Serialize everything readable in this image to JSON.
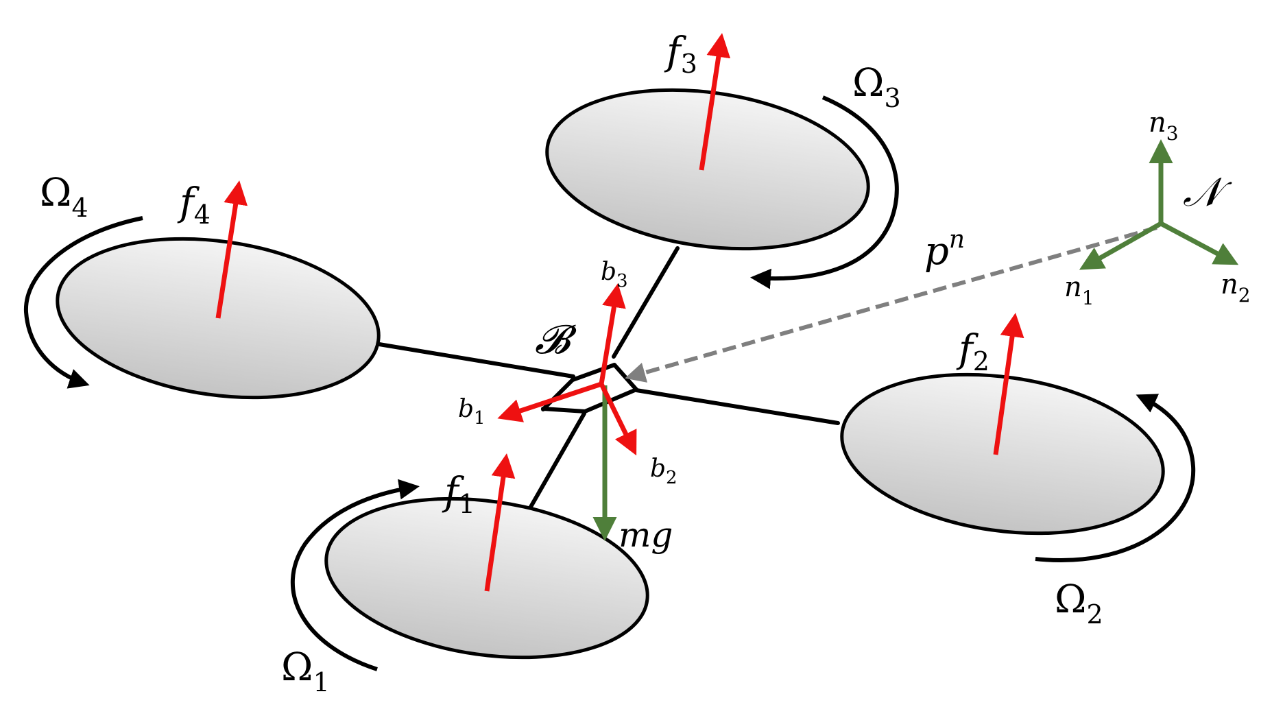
{
  "labels": {
    "f1": {
      "base": "f",
      "sub": "1"
    },
    "f2": {
      "base": "f",
      "sub": "2"
    },
    "f3": {
      "base": "f",
      "sub": "3"
    },
    "f4": {
      "base": "f",
      "sub": "4"
    },
    "omega1": {
      "base": "Ω",
      "sub": "1"
    },
    "omega2": {
      "base": "Ω",
      "sub": "2"
    },
    "omega3": {
      "base": "Ω",
      "sub": "3"
    },
    "omega4": {
      "base": "Ω",
      "sub": "4"
    },
    "b1": {
      "base": "b",
      "sub": "1"
    },
    "b2": {
      "base": "b",
      "sub": "2"
    },
    "b3": {
      "base": "b",
      "sub": "3"
    },
    "body_frame": "𝓑",
    "inertial_frame": "𝒩",
    "n1": {
      "base": "n",
      "sub": "1"
    },
    "n2": {
      "base": "n",
      "sub": "2"
    },
    "n3": {
      "base": "n",
      "sub": "3"
    },
    "position": {
      "base": "p",
      "sup": "n"
    },
    "gravity": "mg"
  },
  "colors": {
    "thrust": "#ee1111",
    "body_axes": "#ee1111",
    "inertial_axes": "#4f7f3a",
    "gravity": "#4f7f3a",
    "position_vector": "#7f7f7f",
    "structure": "#000000",
    "rotor_fill_top": "#f4f4f4",
    "rotor_fill_bottom": "#c4c4c4"
  }
}
